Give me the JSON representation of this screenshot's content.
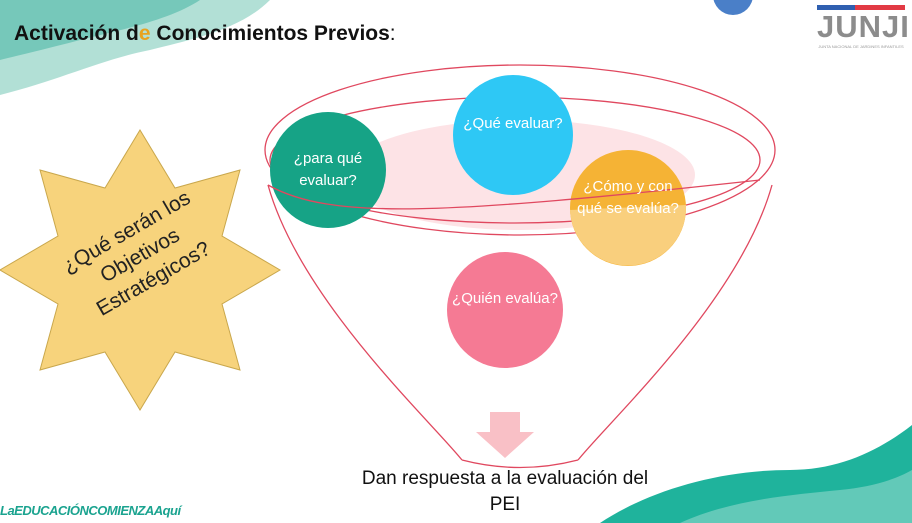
{
  "title": {
    "main": "Activación d",
    "accent": "e",
    "rest": " Conocimientos Previos",
    ":": ":"
  },
  "logo": {
    "name": "JUNJI",
    "subtitle": "JUNTA NACIONAL DE JARDINES INFANTILES"
  },
  "star": {
    "text": "¿Qué serán los Objetivos Estratégicos?"
  },
  "circles": [
    {
      "text": "¿para qué evaluar?",
      "color": "#16a386"
    },
    {
      "text": "¿Qué evaluar?",
      "color": "#2ec8f5"
    },
    {
      "text": "¿Cómo y con qué se evalúa?",
      "color": "#f5b335"
    },
    {
      "text": "¿Quién evalúa?",
      "color": "#f57a94"
    }
  ],
  "answer": "Dan respuesta a la evaluación del PEI",
  "slogan": "LaEDUCACIÓNCOMIENZAAquí"
}
